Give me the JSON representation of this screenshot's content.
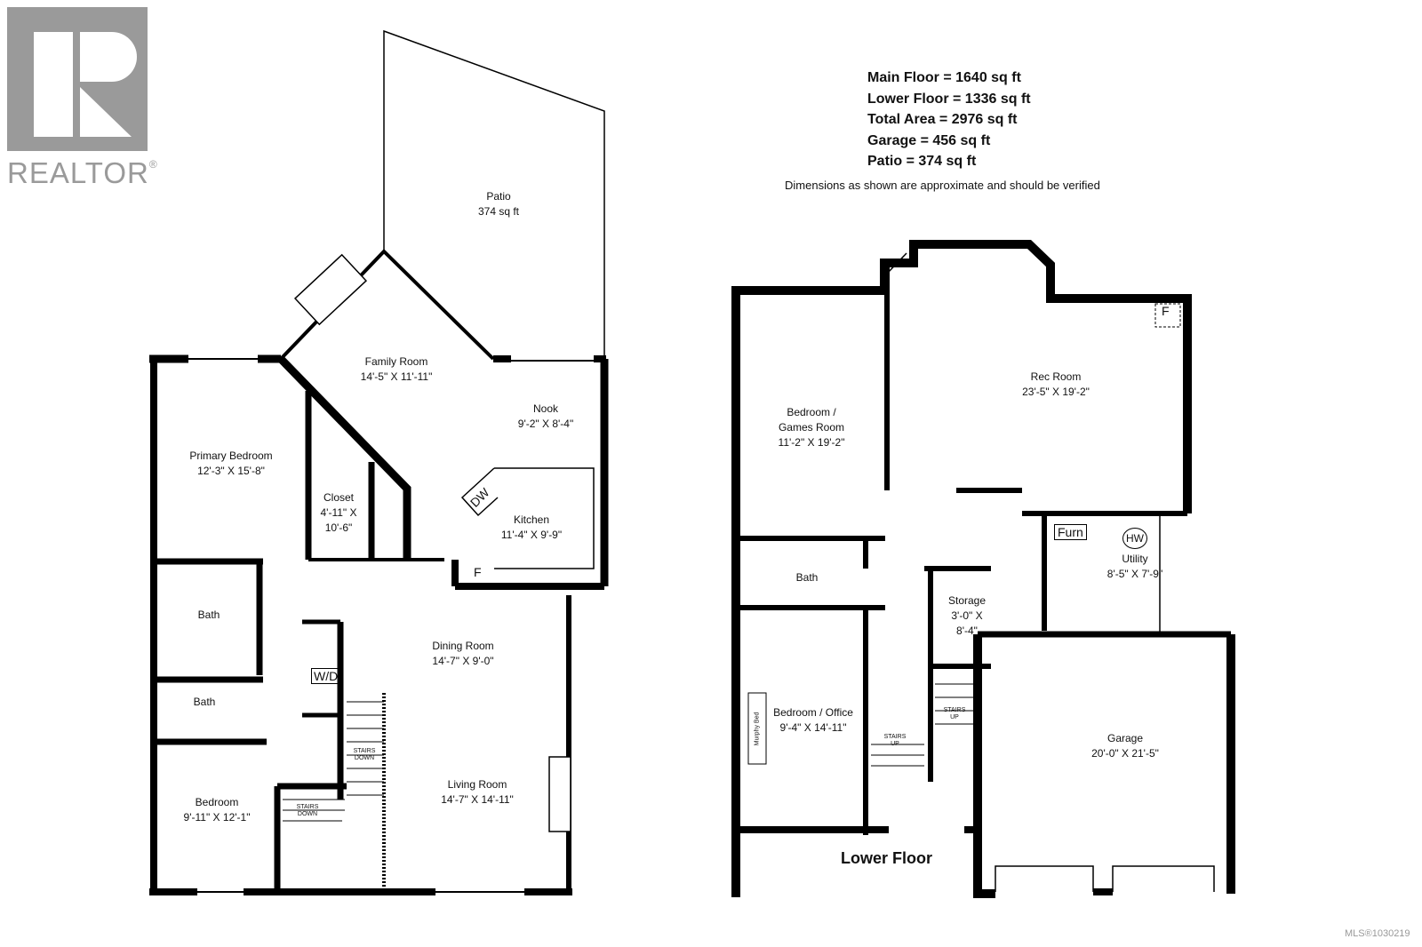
{
  "logo": {
    "text": "REALTOR",
    "registered": "®",
    "icon": "realtor-r-logo"
  },
  "summary": {
    "lines": [
      "Main Floor = 1640 sq ft",
      "Lower Floor = 1336 sq ft",
      "Total Area = 2976 sq ft",
      "Garage = 456 sq ft",
      "Patio = 374 sq ft"
    ],
    "disclaimer": "Dimensions as shown are approximate and should be verified"
  },
  "main_floor": {
    "rooms": [
      {
        "name": "Patio",
        "dims": "374 sq ft"
      },
      {
        "name": "Family Room",
        "dims": "14'-5\" X 11'-11\""
      },
      {
        "name": "Nook",
        "dims": "9'-2\" X 8'-4\""
      },
      {
        "name": "Primary Bedroom",
        "dims": "12'-3\" X 15'-8\""
      },
      {
        "name": "Closet",
        "dims": "4'-11\" X 10'-6\""
      },
      {
        "name": "Kitchen",
        "dims": "11'-4\" X 9'-9\""
      },
      {
        "name": "Bath",
        "dims": ""
      },
      {
        "name": "Dining Room",
        "dims": "14'-7\" X 9'-0\""
      },
      {
        "name": "Bath",
        "dims": ""
      },
      {
        "name": "Bedroom",
        "dims": "9'-11\" X 12'-1\""
      },
      {
        "name": "Living Room",
        "dims": "14'-7\" X 14'-11\""
      }
    ],
    "fixtures": {
      "dw": "DW",
      "fridge": "F",
      "wd": "W/D",
      "stairs1": "STAIRS DOWN",
      "stairs2": "STAIRS DOWN"
    }
  },
  "lower_floor": {
    "title": "Lower Floor",
    "rooms": [
      {
        "name": "Bedroom / Games Room",
        "dims": "11'-2\" X 19'-2\""
      },
      {
        "name": "Rec Room",
        "dims": "23'-5\" X 19'-2\""
      },
      {
        "name": "Bath",
        "dims": ""
      },
      {
        "name": "Storage",
        "dims": "3'-0\" X 8'-4\""
      },
      {
        "name": "Utility",
        "dims": "8'-5\" X 7'-9\""
      },
      {
        "name": "Bedroom / Office",
        "dims": "9'-4\" X 14'-11\""
      },
      {
        "name": "Garage",
        "dims": "20'-0\" X 21'-5\""
      }
    ],
    "fixtures": {
      "fridge": "F",
      "furnace": "Furn",
      "hot_water": "HW",
      "murphy": "Murphy Bed",
      "stairs1": "STAIRS UP",
      "stairs2": "STAIRS UP"
    }
  },
  "footer": {
    "mls": "MLS®1030219"
  }
}
